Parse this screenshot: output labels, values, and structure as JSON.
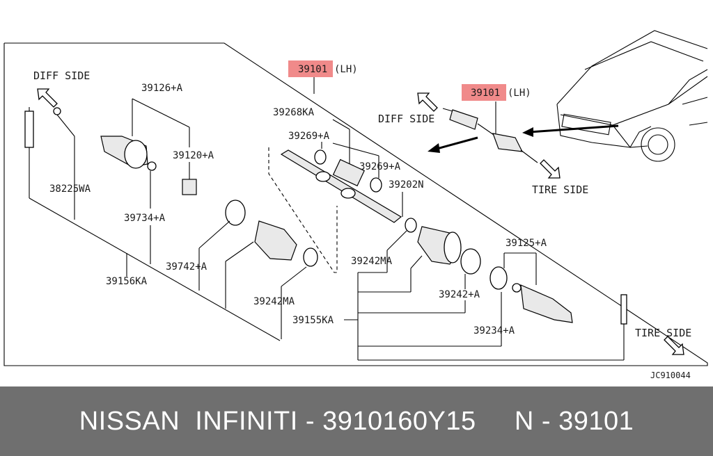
{
  "diagram": {
    "labels": {
      "main_part": "39101",
      "main_suffix": "(LH)",
      "inset_part": "39101",
      "inset_suffix": "(LH)",
      "diff_side_left": "DIFF SIDE",
      "diff_side_inset": "DIFF SIDE",
      "tire_side_inset": "TIRE SIDE",
      "tire_side_right": "TIRE SIDE",
      "p39126": "39126+A",
      "p39120": "39120+A",
      "p38225": "38225WA",
      "p39734": "39734+A",
      "p39156": "39156KA",
      "p39742": "39742+A",
      "p39242ma_left": "39242MA",
      "p39268": "39268KA",
      "p39269_a": "39269+A",
      "p39269_b": "39269+A",
      "p39202": "39202N",
      "p39242ma_mid": "39242MA",
      "p39155": "39155KA",
      "p39125": "39125+A",
      "p39242": "39242+A",
      "p39234": "39234+A",
      "code": "JC910044"
    },
    "highlight_color": "#f08a8a"
  },
  "footer": {
    "text": "NISSAN  INFINITI - 3910160Y15     N - 39101",
    "background": "#6f6f6f"
  }
}
